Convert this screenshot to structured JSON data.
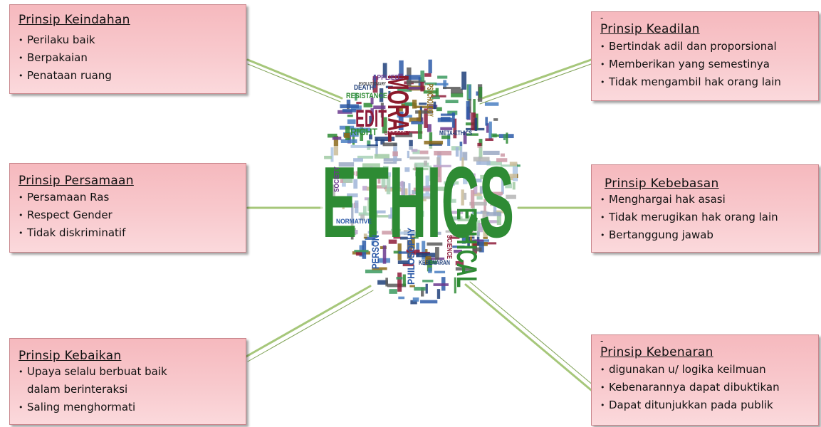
{
  "colors": {
    "box_fill": "#f8c4c8",
    "box_border": "#c9868c",
    "connector": "#a6c77a",
    "ethics_green": "#2e8b34",
    "moral_red": "#8b1a2b",
    "edit_red": "#8e1c3a",
    "ethical_green": "#2e8b34"
  },
  "boxes": {
    "keindahan": {
      "dash": "",
      "title": "Prinsip Keindahan",
      "items": [
        "Perilaku baik",
        "Berpakaian",
        "Penataan ruang"
      ]
    },
    "keadilan": {
      "dash": "-",
      "title": "Prinsip Keadilan",
      "items": [
        "Bertindak adil dan proporsional",
        "Memberikan yang semestinya",
        "Tidak mengambil hak orang lain"
      ]
    },
    "persamaan": {
      "dash": "",
      "title": "Prinsip Persamaan",
      "items": [
        "Persamaan Ras",
        "Respect Gender",
        "Tidak diskriminatif"
      ]
    },
    "kebebasan": {
      "dash": "",
      "title": "Prinsip Kebebasan",
      "items": [
        "Menghargai hak asasi",
        "Tidak merugikan hak orang lain",
        "Bertanggung jawab"
      ]
    },
    "kebaikan": {
      "dash": "",
      "title": "Prinsip Kebaikan",
      "items": [
        "Upaya selalu berbuat baik",
        "Saling menghormati"
      ],
      "item_continuation": "dalam berinteraksi"
    },
    "kebenaran": {
      "dash": "-",
      "title": "Prinsip Kebenaran",
      "items": [
        "digunakan u/ logika keilmuan",
        "Kebenarannya dapat dibuktikan",
        "Dapat ditunjukkan pada publik"
      ]
    }
  },
  "cloud": {
    "main": "ETHICS",
    "moral": "MORAL",
    "edit": "EDIT",
    "ethical": "ETHICAL",
    "philosophy": "PHILOSOPHY",
    "resistance": "RESISTANCE",
    "right": "RIGHT",
    "death": "DEATH",
    "applied": "APPLIED",
    "meta_ethics": "META-ETHICS",
    "normative": "NORMATIVE",
    "person": "PERSON",
    "kebenaran": "KEBENARAN",
    "university": "UNIVERSITY",
    "psychology": "PSYCHOLOGY",
    "evolutionary": "EVOLUTIONARY",
    "science": "SCIENCE",
    "society": "SOCIETY"
  }
}
